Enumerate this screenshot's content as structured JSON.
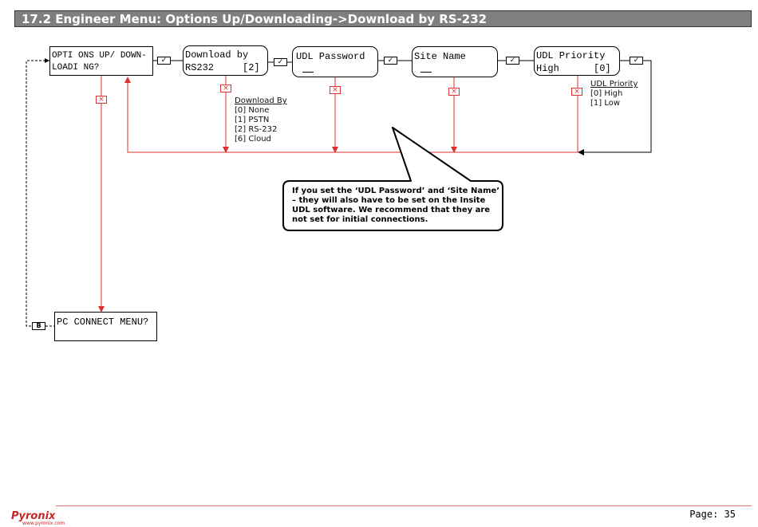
{
  "header": {
    "title": "17.2 Engineer Menu: Options Up/Downloading->Download by RS-232"
  },
  "boxes": {
    "options": {
      "line1": "OPTI ONS UP/ DOWN-",
      "line2": "LOADI NG?"
    },
    "download": {
      "line1": "Download by",
      "line2_left": "RS232",
      "line2_right": "[2]"
    },
    "password": {
      "line1": "UDL Password"
    },
    "site": {
      "line1": "Site Name"
    },
    "priority": {
      "line1": "UDL Priority",
      "line2_left": "High",
      "line2_right": "[0]"
    },
    "pc_connect": {
      "line1": "PC CONNECT MENU?"
    }
  },
  "symbols": {
    "tick": "✓",
    "cross": "×",
    "b_label": "B"
  },
  "download_options": {
    "title": "Download By",
    "items": [
      "[0] None",
      "[1] PSTN",
      "[2] RS-232",
      "[6] Cloud"
    ]
  },
  "priority_options": {
    "title": "UDL Priority",
    "items": [
      "[0] High",
      "[1] Low"
    ]
  },
  "callout": {
    "text": "If you set the ‘UDL Password’ and ‘Site Name’ – they will also have to be set on the Insite UDL software. We recommend that they are not set for initial connections."
  },
  "footer": {
    "brand": "Pyronix",
    "url": "www.pyronix.com",
    "page": "Page: 35"
  },
  "colors": {
    "header_bg": "#7f7f7f",
    "arrow_red": "#e03030",
    "footer_rule": "#e07070"
  }
}
